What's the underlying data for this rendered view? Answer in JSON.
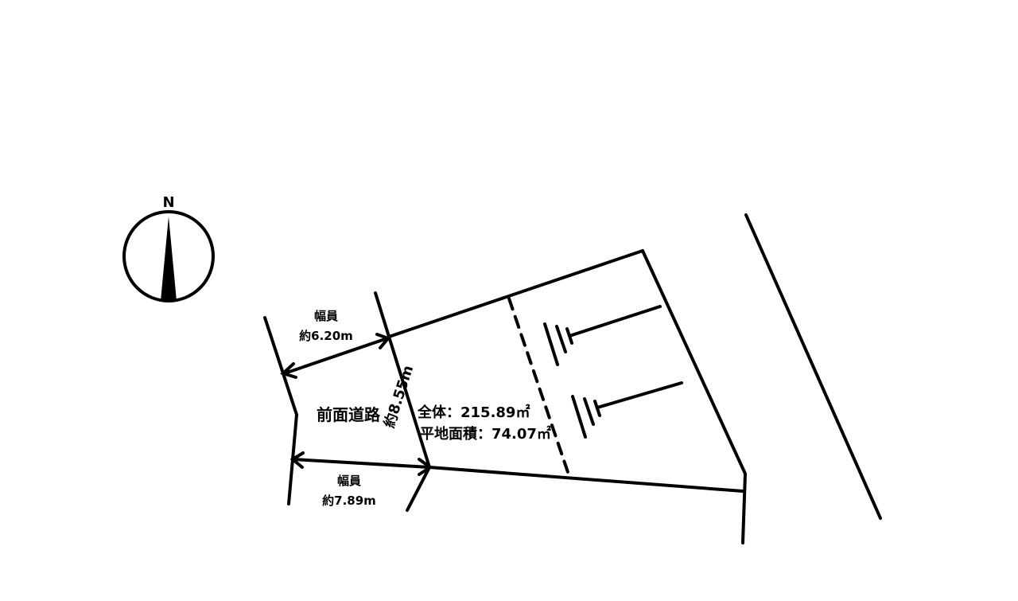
{
  "compass": {
    "north_label": "N"
  },
  "labels": {
    "upper_width_title": "幅員",
    "upper_width_value": "約6.20m",
    "lower_width_title": "幅員",
    "lower_width_value": "約7.89m",
    "frontage": "約8.55m",
    "road": "前面道路",
    "area_total": "全体：215.89㎡",
    "area_flat": "平地面積：74.07㎡"
  }
}
